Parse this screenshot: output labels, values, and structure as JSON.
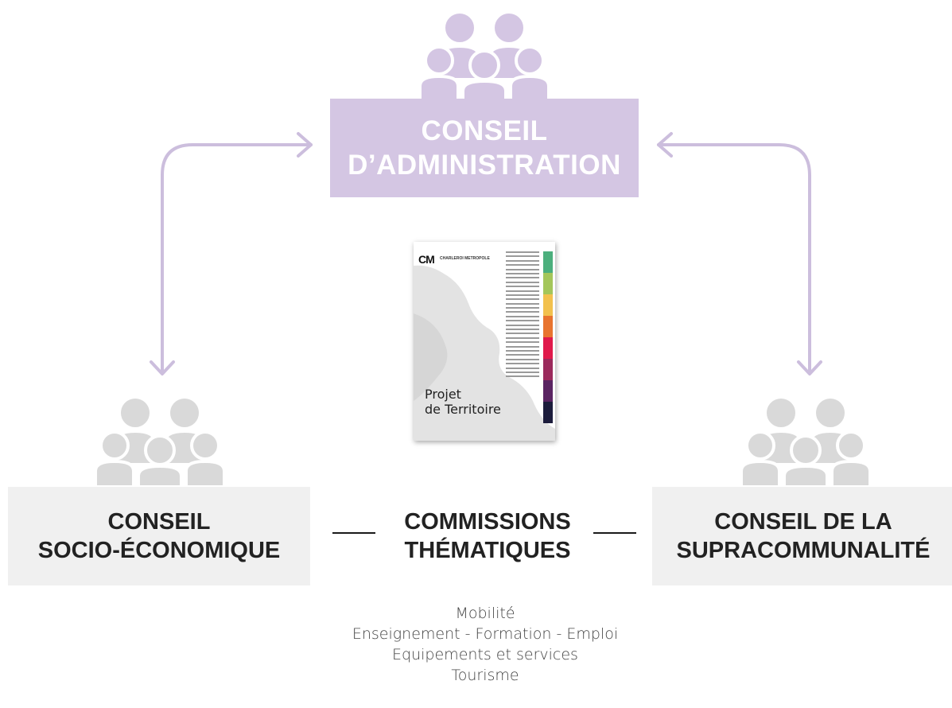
{
  "colors": {
    "lavender": "#d4c6e3",
    "lavender_arrow": "#ccbedd",
    "gray_icon": "#d9d9d9",
    "gray_box": "#f0f0f0",
    "text_dark": "#222222"
  },
  "top_box": {
    "icon": "people-group-icon",
    "lines": [
      "CONSEIL",
      "D’ADMINISTRATION"
    ]
  },
  "left_box": {
    "icon": "people-group-icon",
    "lines": [
      "CONSEIL",
      "SOCIO-ÉCONOMIQUE"
    ]
  },
  "right_box": {
    "icon": "people-group-icon",
    "lines": [
      "CONSEIL DE LA",
      "SUPRACOMMUNALITÉ"
    ]
  },
  "center_box": {
    "lines": [
      "COMMISSIONS",
      "THÉMATIQUES"
    ]
  },
  "themes": [
    "Mobilité",
    "Enseignement - Formation - Emploi",
    "Equipements et services",
    "Tourisme"
  ],
  "brochure": {
    "logo": "CM",
    "logo_sub": "CHARLEROI METROPOLE",
    "title_lines": [
      "Projet",
      "de Territoire"
    ],
    "strip_colors": [
      "#4caf7d",
      "#a4c65a",
      "#f2c14e",
      "#e8742f",
      "#e0194b",
      "#9b2a5c",
      "#5a2462",
      "#1c1c3c"
    ]
  }
}
